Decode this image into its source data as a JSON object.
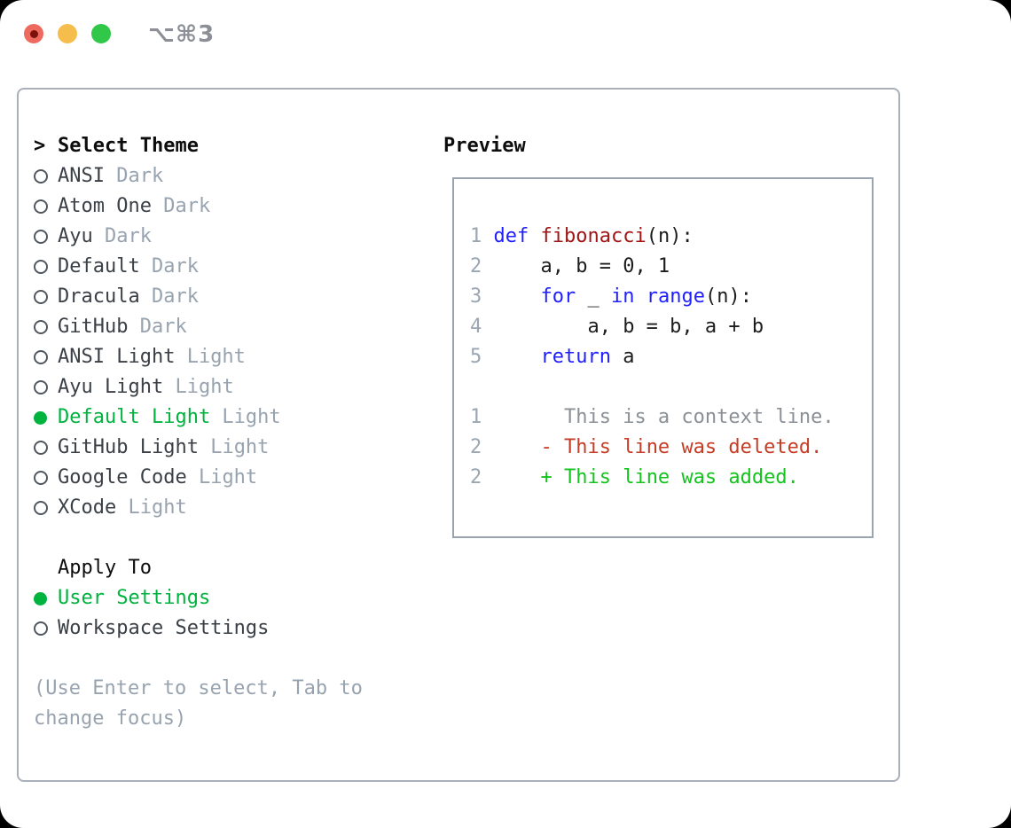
{
  "window": {
    "title": "⌥⌘3",
    "traffic_lights": [
      "close",
      "minimize",
      "zoom"
    ]
  },
  "colors": {
    "selected_green": "#00b33e",
    "added_green": "#15c31f",
    "deleted_red": "#c63c26",
    "keyword_blue": "#1f1fff",
    "function_red": "#a31515",
    "muted_gray": "#98a3b0",
    "panel_border": "#a9b0ba"
  },
  "theme_panel": {
    "header_prefix": ">",
    "header": "Select Theme",
    "themes": [
      {
        "name": "ANSI",
        "variant": "Dark",
        "selected": false
      },
      {
        "name": "Atom One",
        "variant": "Dark",
        "selected": false
      },
      {
        "name": "Ayu",
        "variant": "Dark",
        "selected": false
      },
      {
        "name": "Default",
        "variant": "Dark",
        "selected": false
      },
      {
        "name": "Dracula",
        "variant": "Dark",
        "selected": false
      },
      {
        "name": "GitHub",
        "variant": "Dark",
        "selected": false
      },
      {
        "name": "ANSI Light",
        "variant": "Light",
        "selected": false
      },
      {
        "name": "Ayu Light",
        "variant": "Light",
        "selected": false
      },
      {
        "name": "Default Light",
        "variant": "Light",
        "selected": true
      },
      {
        "name": "GitHub Light",
        "variant": "Light",
        "selected": false
      },
      {
        "name": "Google Code",
        "variant": "Light",
        "selected": false
      },
      {
        "name": "XCode",
        "variant": "Light",
        "selected": false
      }
    ],
    "apply_to": {
      "header": "Apply To",
      "options": [
        {
          "label": "User Settings",
          "selected": true
        },
        {
          "label": "Workspace Settings",
          "selected": false
        }
      ]
    },
    "help_text": "(Use Enter to select, Tab to change focus)"
  },
  "preview": {
    "title": "Preview",
    "lines": [
      {
        "name": "code-line",
        "tokens": [
          {
            "t": "1 ",
            "c": "lineno"
          },
          {
            "t": "def",
            "c": "keyword"
          },
          {
            "t": " ",
            "c": "plain"
          },
          {
            "t": "fibonacci",
            "c": "function"
          },
          {
            "t": "(n):",
            "c": "plain"
          }
        ]
      },
      {
        "name": "code-line",
        "tokens": [
          {
            "t": "2 ",
            "c": "lineno"
          },
          {
            "t": "    a, b = 0, 1",
            "c": "plain"
          }
        ]
      },
      {
        "name": "code-line",
        "tokens": [
          {
            "t": "3 ",
            "c": "lineno"
          },
          {
            "t": "    ",
            "c": "plain"
          },
          {
            "t": "for",
            "c": "keyword"
          },
          {
            "t": " _ ",
            "c": "plain"
          },
          {
            "t": "in",
            "c": "keyword"
          },
          {
            "t": " ",
            "c": "plain"
          },
          {
            "t": "range",
            "c": "keyword"
          },
          {
            "t": "(n):",
            "c": "plain"
          }
        ]
      },
      {
        "name": "code-line",
        "tokens": [
          {
            "t": "4 ",
            "c": "lineno"
          },
          {
            "t": "        a, b = b, a + b",
            "c": "plain"
          }
        ]
      },
      {
        "name": "code-line",
        "tokens": [
          {
            "t": "5 ",
            "c": "lineno"
          },
          {
            "t": "    ",
            "c": "plain"
          },
          {
            "t": "return",
            "c": "keyword"
          },
          {
            "t": " a",
            "c": "plain"
          }
        ]
      },
      {
        "name": "blank-line",
        "tokens": [
          {
            "t": "",
            "c": "plain"
          }
        ]
      },
      {
        "name": "diff-context-line",
        "tokens": [
          {
            "t": "1",
            "c": "lineno"
          },
          {
            "t": "       ",
            "c": "plain"
          },
          {
            "t": "This is a context line.",
            "c": "context"
          }
        ]
      },
      {
        "name": "diff-deleted-line",
        "tokens": [
          {
            "t": "2",
            "c": "lineno"
          },
          {
            "t": "     ",
            "c": "plain"
          },
          {
            "t": "- This line was deleted.",
            "c": "deleted"
          }
        ]
      },
      {
        "name": "diff-added-line",
        "tokens": [
          {
            "t": "2",
            "c": "lineno"
          },
          {
            "t": "     ",
            "c": "plain"
          },
          {
            "t": "+ This line was added.",
            "c": "added"
          }
        ]
      }
    ]
  }
}
